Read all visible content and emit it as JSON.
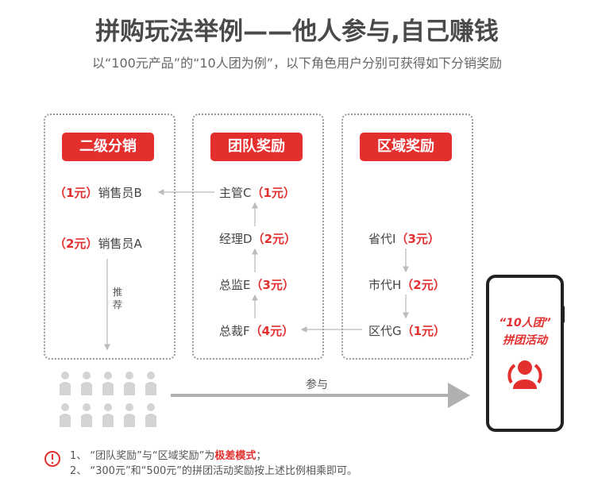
{
  "title": "拼购玩法举例——他人参与,自己赚钱",
  "subtitle": "以“100元产品”的“10人团为例”，以下角色用户分别可获得如下分销奖励",
  "colors": {
    "accent": "#e3302f",
    "arrow": "#b0b0b0"
  },
  "sections": [
    {
      "label": "二级分销",
      "items": [
        {
          "reward": "（1元）",
          "role": "销售员B"
        },
        {
          "reward": "（2元）",
          "role": "销售员A"
        }
      ],
      "arrow_label": "推荐"
    },
    {
      "label": "团队奖励",
      "items": [
        {
          "role": "主管C",
          "reward": "（1元）"
        },
        {
          "role": "经理D",
          "reward": "（2元）"
        },
        {
          "role": "总监E",
          "reward": "（3元）"
        },
        {
          "role": "总裁F",
          "reward": "（4元）"
        }
      ]
    },
    {
      "label": "区域奖励",
      "items": [
        {
          "role": "省代I",
          "reward": "（3元）"
        },
        {
          "role": "市代H",
          "reward": "（2元）"
        },
        {
          "role": "区代G",
          "reward": "（1元）"
        }
      ]
    }
  ],
  "participate_label": "参与",
  "phone": {
    "line1": "“10人团”",
    "line2": "拼团活动",
    "icon": "group-icon"
  },
  "notes": {
    "n1_prefix": "1、 “团队奖励”与“区域奖励”为",
    "n1_highlight": "极差模式",
    "n1_suffix": "；",
    "n2": "2、 “300元”和“500元”的拼团活动奖励按上述比例相乘即可。"
  }
}
